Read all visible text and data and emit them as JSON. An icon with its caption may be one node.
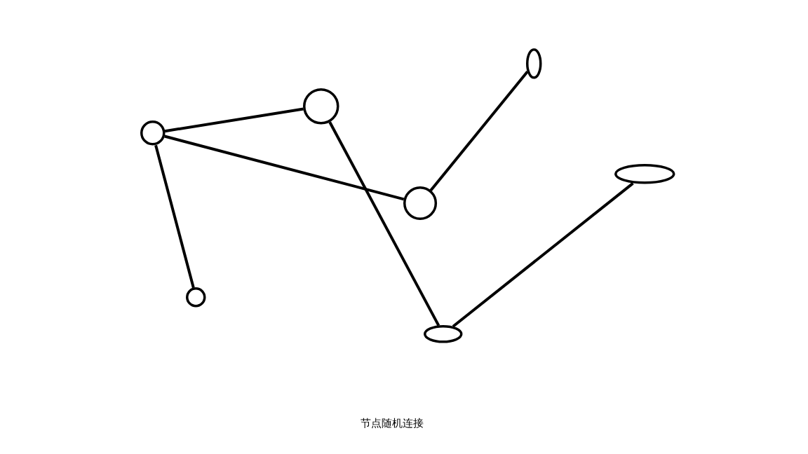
{
  "diagram": {
    "caption": "节点随机连接",
    "nodes": [
      {
        "text": [],
        "shape": "circle"
      },
      {
        "text": [],
        "shape": "circle"
      },
      {
        "text": [],
        "shape": "circle"
      },
      {
        "text": [],
        "shape": "circle"
      },
      {
        "text": [],
        "shape": "ellipse"
      },
      {
        "text": [],
        "shape": "ellipse"
      },
      {
        "text": [],
        "shape": "ellipse"
      }
    ],
    "edges": [
      {
        "from": 0,
        "to": 2,
        "arrow": "none"
      },
      {
        "from": 0,
        "to": 3,
        "arrow": "none"
      },
      {
        "from": 0,
        "to": 1,
        "arrow": "none"
      },
      {
        "from": 2,
        "to": 4,
        "arrow": "none"
      },
      {
        "from": 3,
        "to": 5,
        "arrow": "none"
      },
      {
        "from": 4,
        "to": 6,
        "arrow": "none"
      }
    ]
  }
}
